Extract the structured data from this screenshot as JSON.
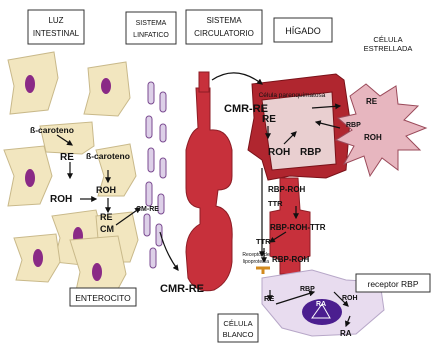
{
  "headers": {
    "luz_intestinal": [
      "LUZ",
      "INTESTINAL"
    ],
    "sistema_linfatico": [
      "SISTEMA",
      "LINFATICO"
    ],
    "sistema_circulatorio": [
      "SISTEMA",
      "CIRCULATORIO"
    ],
    "higado": "HÍGADO"
  },
  "labels": {
    "celula_estrellada": [
      "CÉLULA",
      "ESTRELLADA"
    ],
    "celula_parenquimatosa": "Célula parenquimatosa",
    "enterocito": "ENTEROCITO",
    "celula_blanco": [
      "CÉLULA",
      "BLANCO"
    ],
    "receptor_rbp": "receptor RBP",
    "receptor_lipoproteina": [
      "Receptor de",
      "lipoproteína"
    ]
  },
  "molecules": {
    "b_caroteno_1": "ß-caroteno",
    "b_caroteno_2": "ß-caroteno",
    "re_enterocyte": "RE",
    "roh_enterocyte": "ROH",
    "roh_2": "ROH",
    "re_cm": [
      "RE",
      "CM"
    ],
    "cm_re_small": "CM-RE",
    "cmr_re_top": "CMR-RE",
    "cmr_re_bottom": "CMR-RE",
    "re_hepatocyte": "RE",
    "roh_hepatocyte": "ROH",
    "rbp_hepatocyte": "RBP",
    "re_stellate": "RE",
    "rbp_stellate": "RBP",
    "roh_stellate": "ROH",
    "rbp_roh": "RBP-ROH",
    "ttr_1": "TTR",
    "rbp_roh_ttr": "RBP-ROH-TTR",
    "ttr_2": "TTR",
    "rbp_roh_bottom": "RBP-ROH",
    "re_target": "RE",
    "rbp_target": "RBP",
    "roh_target": "ROH",
    "ra_nucleus": "RA",
    "ra_bottom": "RA"
  },
  "colors": {
    "enterocyte_fill": "#f2e6bf",
    "enterocyte_nucleus": "#8a2a86",
    "lymph_vessel": "#ddd0e8",
    "lymph_stroke": "#7a4a90",
    "blood_vessel": "#c7303b",
    "liver": "#b0262f",
    "stellate_cell": "#e7b6bf",
    "target_cell": "#e8dcef",
    "target_nucleus": "#4b1e8f"
  }
}
